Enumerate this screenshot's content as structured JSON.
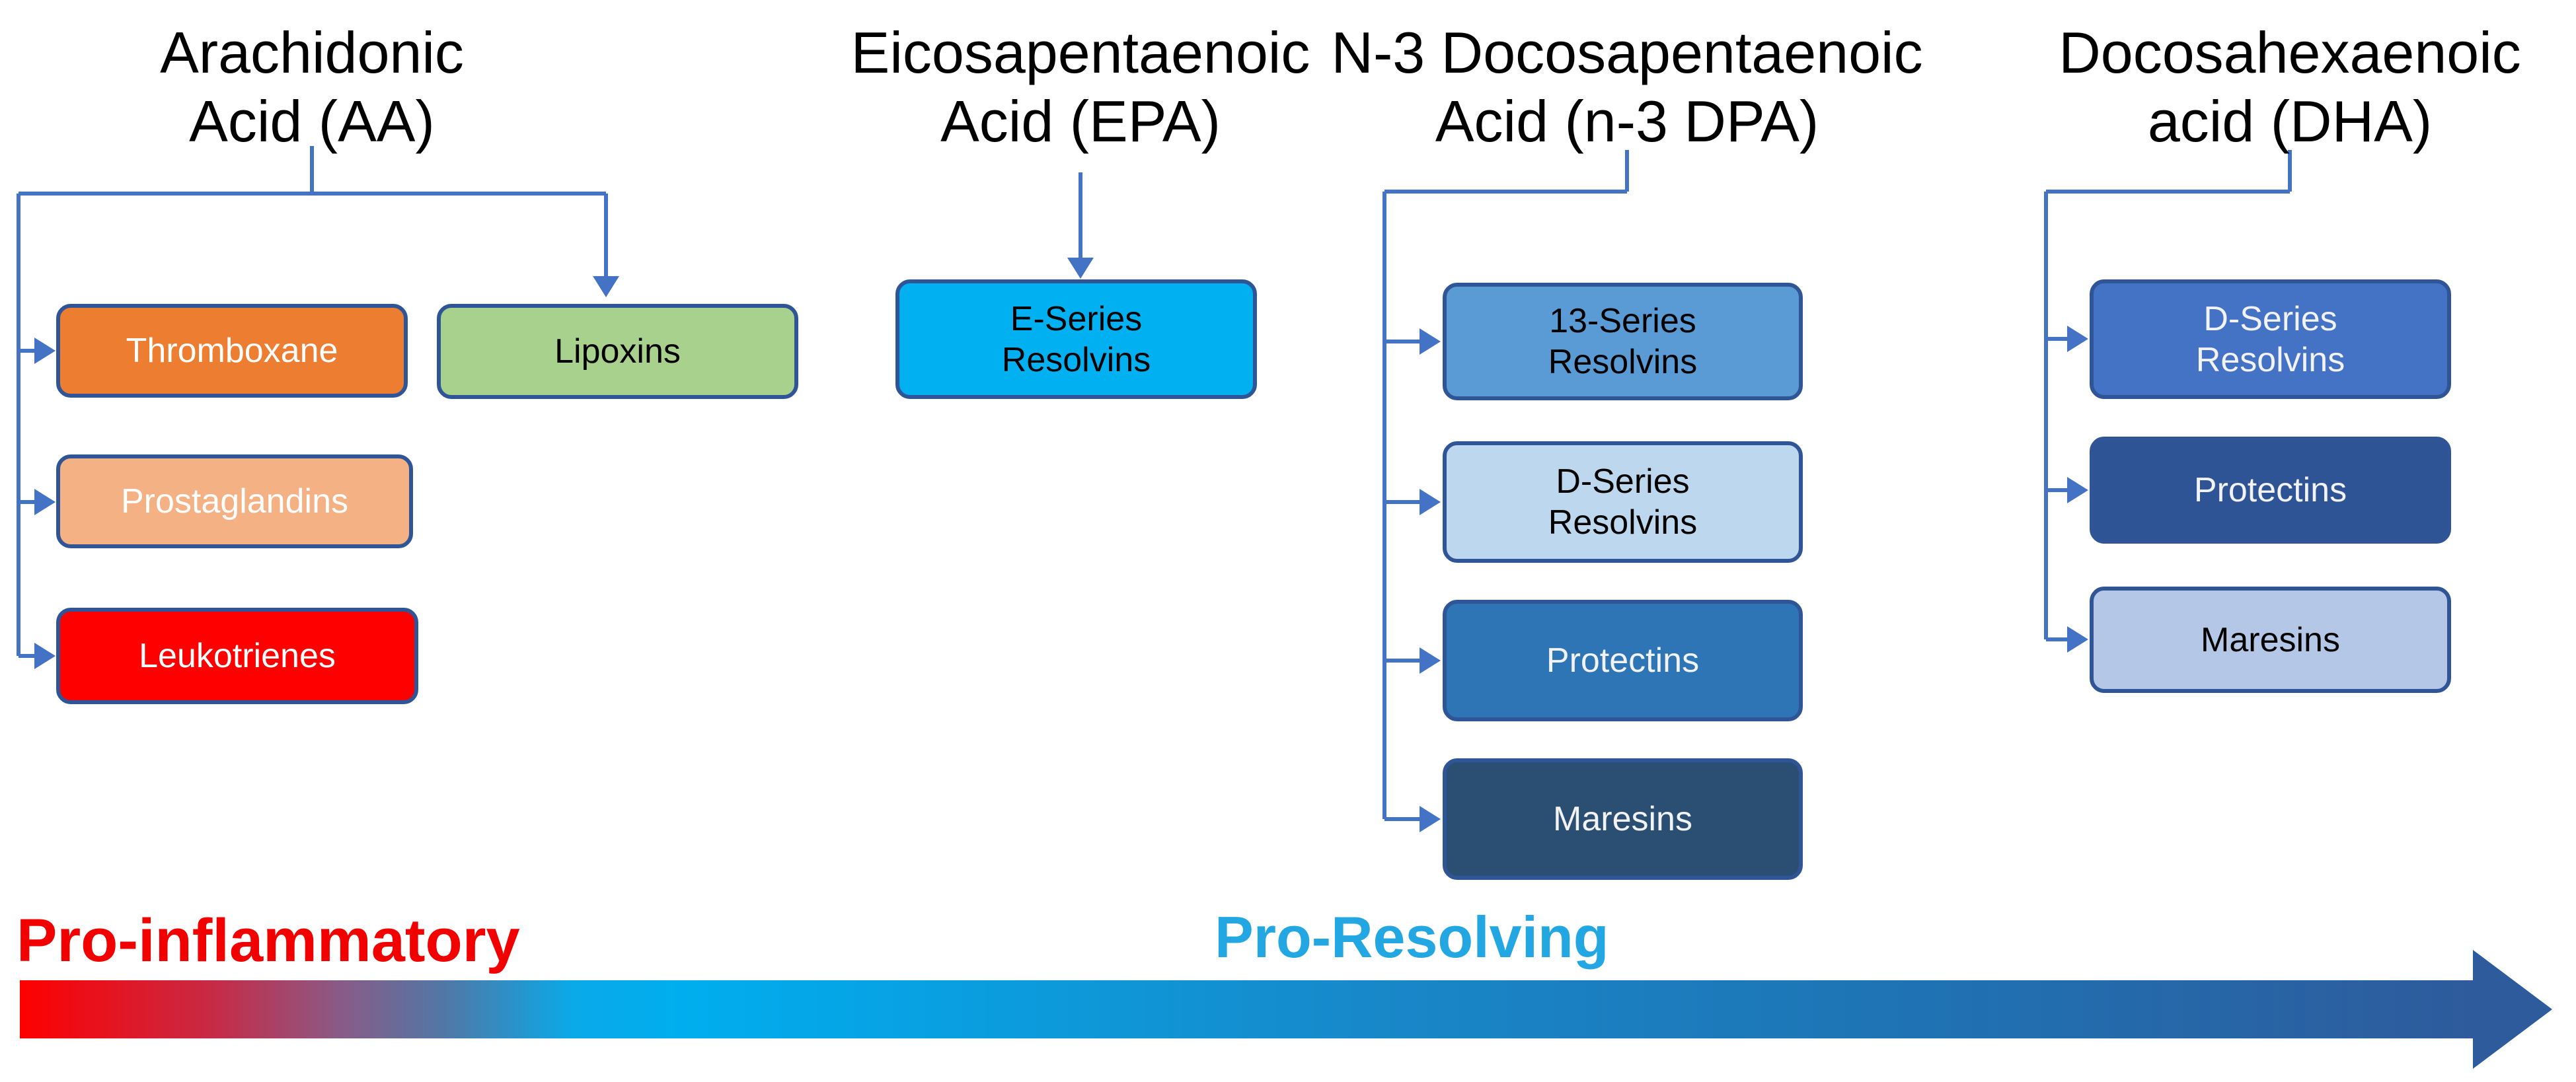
{
  "page": {
    "background": "#FFFFFF"
  },
  "columns": [
    {
      "id": "aa",
      "title_lines": [
        "Arachidonic",
        "Acid (AA)"
      ],
      "boxes": [
        {
          "id": "thromboxane",
          "lines": [
            "Thromboxane"
          ],
          "bg": "#ED7D31",
          "fg": "#FFFFFF"
        },
        {
          "id": "lipoxins",
          "lines": [
            "Lipoxins"
          ],
          "bg": "#A9D18E",
          "fg": "#000000"
        },
        {
          "id": "prostaglandins",
          "lines": [
            "Prostaglandins"
          ],
          "bg": "#F4B183",
          "fg": "#FFFFFF"
        },
        {
          "id": "leukotrienes",
          "lines": [
            "Leukotrienes"
          ],
          "bg": "#FF0000",
          "fg": "#FFFFFF"
        }
      ]
    },
    {
      "id": "epa",
      "title_lines": [
        "Eicosapentaenoic",
        "Acid (EPA)"
      ],
      "boxes": [
        {
          "id": "e-series-resolvins",
          "lines": [
            "E-Series",
            "Resolvins"
          ],
          "bg": "#00B0F0",
          "fg": "#000000"
        }
      ]
    },
    {
      "id": "n3-dpa",
      "title_lines": [
        "N-3 Docosapentaenoic",
        "Acid (n-3 DPA)"
      ],
      "boxes": [
        {
          "id": "13-series-resolvins",
          "lines": [
            "13-Series",
            "Resolvins"
          ],
          "bg": "#5B9BD5",
          "fg": "#000000"
        },
        {
          "id": "d-series-resolvins",
          "lines": [
            "D-Series",
            "Resolvins"
          ],
          "bg": "#BDD7EE",
          "fg": "#000000"
        },
        {
          "id": "protectins",
          "lines": [
            "Protectins"
          ],
          "bg": "#2E75B6",
          "fg": "#F2F2F2"
        },
        {
          "id": "maresins",
          "lines": [
            "Maresins"
          ],
          "bg": "#2A4F73",
          "fg": "#F2F2F2"
        }
      ]
    },
    {
      "id": "dha",
      "title_lines": [
        "Docosahexaenoic",
        "acid (DHA)"
      ],
      "boxes": [
        {
          "id": "d-series-resolvins",
          "lines": [
            "D-Series",
            "Resolvins"
          ],
          "bg": "#4472C4",
          "fg": "#F2F2F2"
        },
        {
          "id": "protectins",
          "lines": [
            "Protectins"
          ],
          "bg": "#2F5496",
          "fg": "#F2F2F2"
        },
        {
          "id": "maresins",
          "lines": [
            "Maresins"
          ],
          "bg": "#B4C7E7",
          "fg": "#000000"
        }
      ]
    }
  ],
  "axis": {
    "left_label": "Pro-inflammatory",
    "right_label": "Pro-Resolving",
    "left_label_color": "#F20000",
    "right_label_color": "#22A7E2",
    "gradient_stops": [
      "#FE0000",
      "#C62B47",
      "#8A5A86",
      "#4E79A8",
      "#0AA9E8",
      "#00AEEF",
      "#1887C8",
      "#1F72B3",
      "#2E5B9C"
    ]
  },
  "colors": {
    "connector": "#4472C4",
    "box_border": "#2F5597"
  }
}
